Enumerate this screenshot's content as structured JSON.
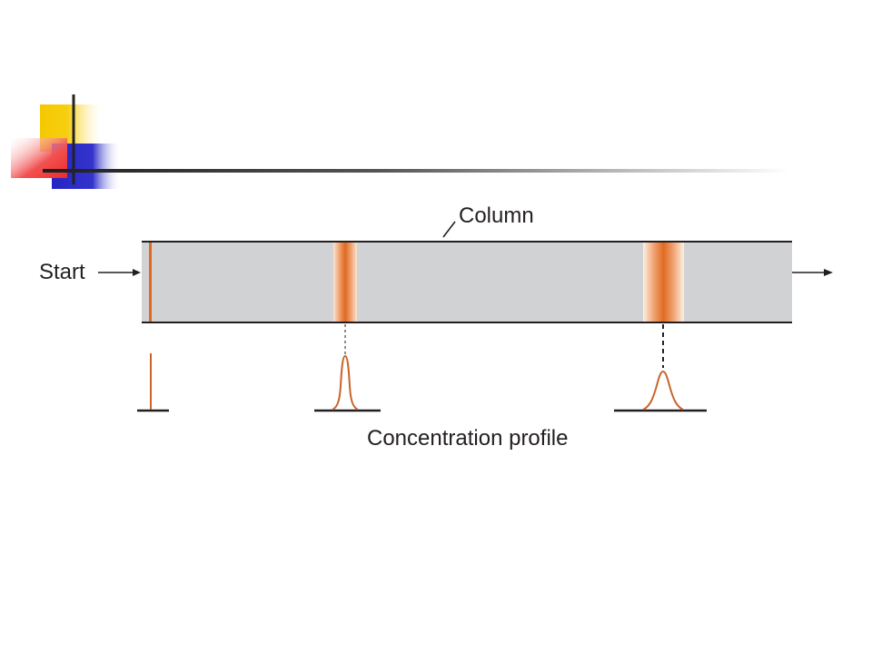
{
  "slide": {
    "background": "#ffffff",
    "decor": {
      "yellow": "#f5c800",
      "red": "#f03a3a",
      "blue": "#2e2ec8",
      "line": "#222222"
    }
  },
  "diagram": {
    "column_label": "Column",
    "start_label": "Start",
    "profile_label": "Concentration profile",
    "colors": {
      "column_fill": "#d1d2d4",
      "column_border": "#231f20",
      "band": "#e06a22",
      "band_light": "#fbe3d2",
      "trace": "#c8642a",
      "ink": "#231f20"
    },
    "bands": [
      {
        "name": "initial-band"
      },
      {
        "name": "middle-band"
      },
      {
        "name": "late-band"
      }
    ],
    "profiles": [
      {
        "name": "initial-profile",
        "shape": "spike"
      },
      {
        "name": "middle-profile",
        "shape": "narrow-peak"
      },
      {
        "name": "late-profile",
        "shape": "broad-peak"
      }
    ]
  }
}
